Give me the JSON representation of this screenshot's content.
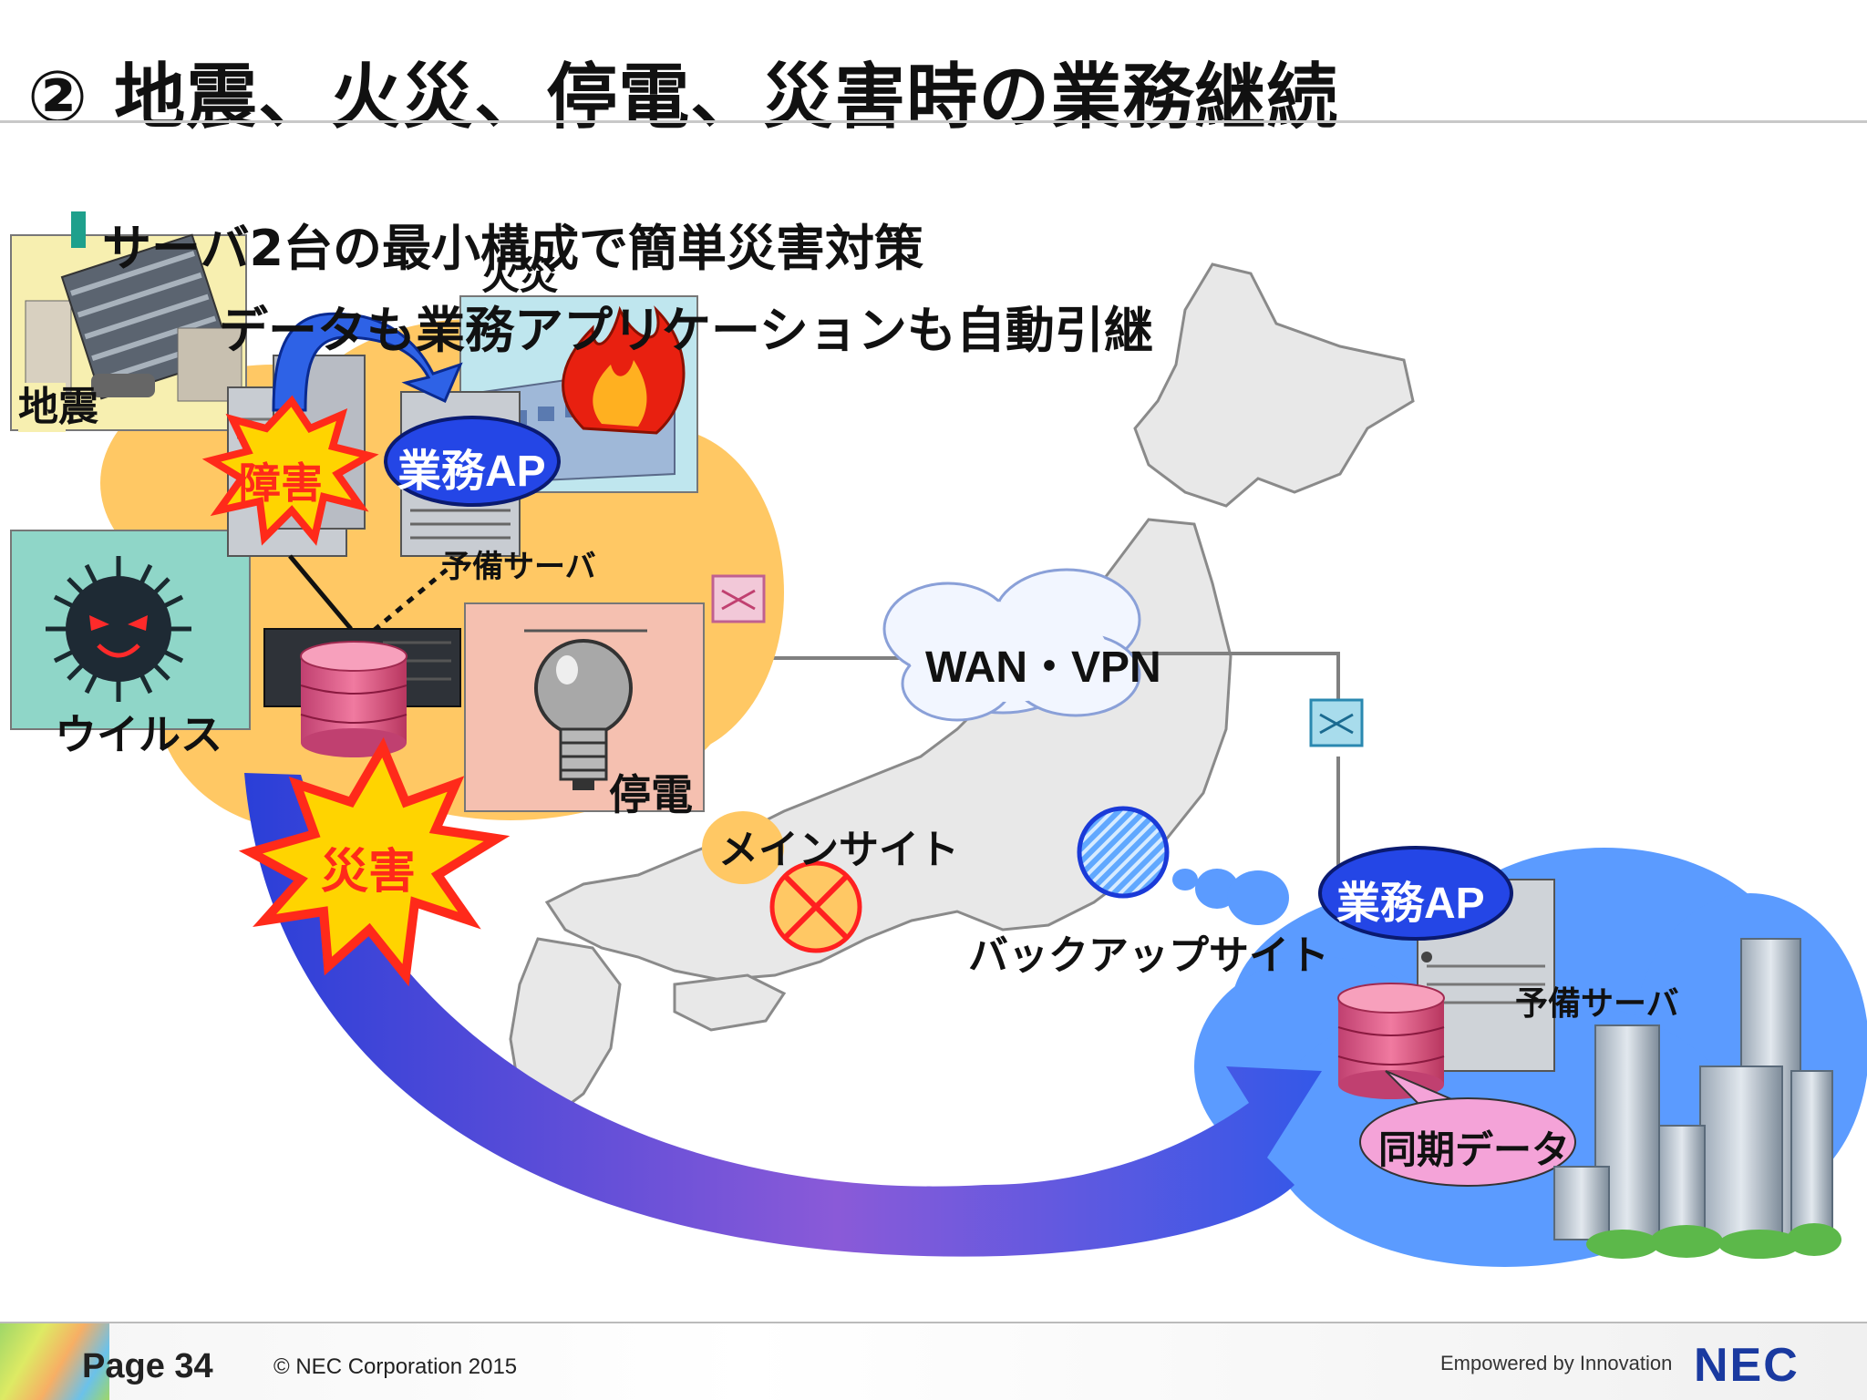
{
  "slide": {
    "title": "② 地震、火災、停電、災害時の業務継続",
    "bullets": [
      "サーバ2台の最小構成で簡単災害対策",
      "データも業務アプリケーションも自動引継"
    ]
  },
  "diagram": {
    "earthquake_label": "地震",
    "fire_label": "火災",
    "virus_label": "ウイルス",
    "outage_label": "停電",
    "failure_label": "障害",
    "disaster_label": "災害",
    "main_app_label": "業務AP",
    "main_standby_label": "予備サーバ",
    "main_site_label": "メインサイト",
    "wan_label": "WAN・VPN",
    "backup_site_label": "バックアップサイト",
    "backup_app_label": "業務AP",
    "backup_standby_label": "予備サーバ",
    "sync_data_label": "同期データ"
  },
  "footer": {
    "page": "Page 34",
    "copyright": "© NEC Corporation 2015",
    "tagline": "Empowered by Innovation",
    "logo": "NEC"
  },
  "colors": {
    "main_cloud": "#ffc864",
    "backup_cloud": "#5b9bff",
    "app_badge": "#2446e6",
    "burst_red": "#ff2a1a",
    "burst_yellow": "#ffd400",
    "map_fill": "#e8e8e8",
    "sync_bubble": "#f4a3d8",
    "outage_panel": "#f5c0b0",
    "virus_panel": "#8fd6c8",
    "fire_panel": "#bfe6ee",
    "quake_panel": "#f7efb0"
  }
}
